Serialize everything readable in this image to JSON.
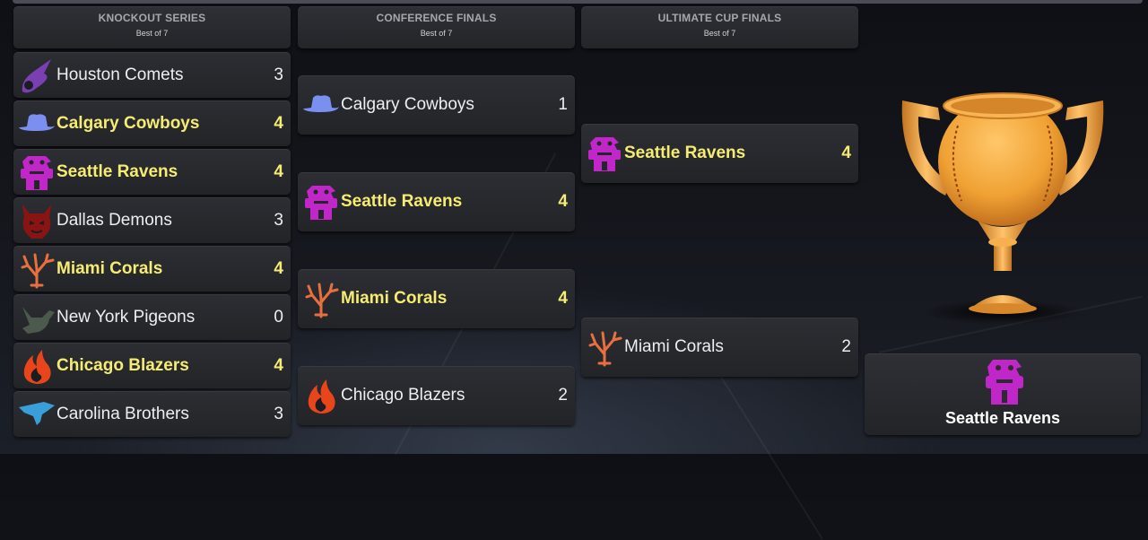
{
  "columns": [
    {
      "title": "KNOCKOUT SERIES",
      "subtitle": "Best of 7"
    },
    {
      "title": "CONFERENCE FINALS",
      "subtitle": "Best of 7"
    },
    {
      "title": "ULTIMATE CUP FINALS",
      "subtitle": "Best of 7"
    }
  ],
  "knockout": [
    {
      "team": "Houston Comets",
      "score": "3",
      "winner": false,
      "icon": "comet-icon",
      "color": "#7a3fb0"
    },
    {
      "team": "Calgary Cowboys",
      "score": "4",
      "winner": true,
      "icon": "cowboy-hat-icon",
      "color": "#7b8ff0"
    },
    {
      "team": "Seattle Ravens",
      "score": "4",
      "winner": true,
      "icon": "raven-totem-icon",
      "color": "#c026c8"
    },
    {
      "team": "Dallas Demons",
      "score": "3",
      "winner": false,
      "icon": "demon-icon",
      "color": "#8a1414"
    },
    {
      "team": "Miami Corals",
      "score": "4",
      "winner": true,
      "icon": "coral-icon",
      "color": "#e8703e"
    },
    {
      "team": "New York Pigeons",
      "score": "0",
      "winner": false,
      "icon": "pigeon-icon",
      "color": "#4b5a4c"
    },
    {
      "team": "Chicago Blazers",
      "score": "4",
      "winner": true,
      "icon": "flame-icon",
      "color": "#e8461a"
    },
    {
      "team": "Carolina Brothers",
      "score": "3",
      "winner": false,
      "icon": "carolina-state-icon",
      "color": "#3a9ed8"
    }
  ],
  "conference": [
    {
      "team": "Calgary Cowboys",
      "score": "1",
      "winner": false,
      "icon": "cowboy-hat-icon",
      "color": "#7b8ff0"
    },
    {
      "team": "Seattle Ravens",
      "score": "4",
      "winner": true,
      "icon": "raven-totem-icon",
      "color": "#c026c8"
    },
    {
      "team": "Miami Corals",
      "score": "4",
      "winner": true,
      "icon": "coral-icon",
      "color": "#e8703e"
    },
    {
      "team": "Chicago Blazers",
      "score": "2",
      "winner": false,
      "icon": "flame-icon",
      "color": "#e8461a"
    }
  ],
  "finals": [
    {
      "team": "Seattle Ravens",
      "score": "4",
      "winner": true,
      "icon": "raven-totem-icon",
      "color": "#c026c8"
    },
    {
      "team": "Miami Corals",
      "score": "2",
      "winner": false,
      "icon": "coral-icon",
      "color": "#e8703e"
    }
  ],
  "champion": {
    "team": "Seattle Ravens",
    "icon": "raven-totem-icon",
    "color": "#c026c8"
  },
  "trophy": {
    "icon": "trophy-icon",
    "color": "#f0a133"
  },
  "colors": {
    "winner_text": "#f6ec72",
    "normal_text": "#eceef1",
    "header_text": "#a4a7ad"
  }
}
